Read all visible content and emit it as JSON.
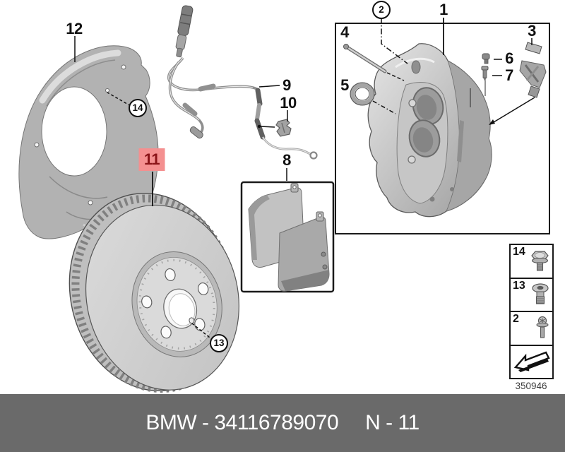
{
  "diagram": {
    "description_hint": "exploded brake parts drawing",
    "drawing_number": "350946"
  },
  "callouts": {
    "c1": {
      "label": "1",
      "style": "plain"
    },
    "c2": {
      "label": "2",
      "style": "circled"
    },
    "c3": {
      "label": "3",
      "style": "plain"
    },
    "c4": {
      "label": "4",
      "style": "plain"
    },
    "c5": {
      "label": "5",
      "style": "plain"
    },
    "c6": {
      "label": "6",
      "style": "plain"
    },
    "c7": {
      "label": "7",
      "style": "plain"
    },
    "c8": {
      "label": "8",
      "style": "plain"
    },
    "c9": {
      "label": "9",
      "style": "plain"
    },
    "c10": {
      "label": "10",
      "style": "plain"
    },
    "c11": {
      "label": "11",
      "style": "highlighted"
    },
    "c12": {
      "label": "12",
      "style": "plain"
    },
    "c13": {
      "label": "13",
      "style": "circled"
    },
    "c14": {
      "label": "14",
      "style": "circled"
    }
  },
  "parts_table": {
    "rows": [
      {
        "label": "14",
        "icon": "hex-flange-bolt"
      },
      {
        "label": "13",
        "icon": "socket-head-plug"
      },
      {
        "label": "2",
        "icon": "torx-screw"
      },
      {
        "label": "",
        "icon": "direction-arrow"
      }
    ]
  },
  "footer": {
    "text_left": "BMW - 34116789070",
    "text_right": "N - 11"
  },
  "colors": {
    "highlight_bg": "#f49090",
    "highlight_text": "#8a1418",
    "footer_bg": "#6a6a6a",
    "footer_text": "#ffffff",
    "line": "#111111"
  }
}
